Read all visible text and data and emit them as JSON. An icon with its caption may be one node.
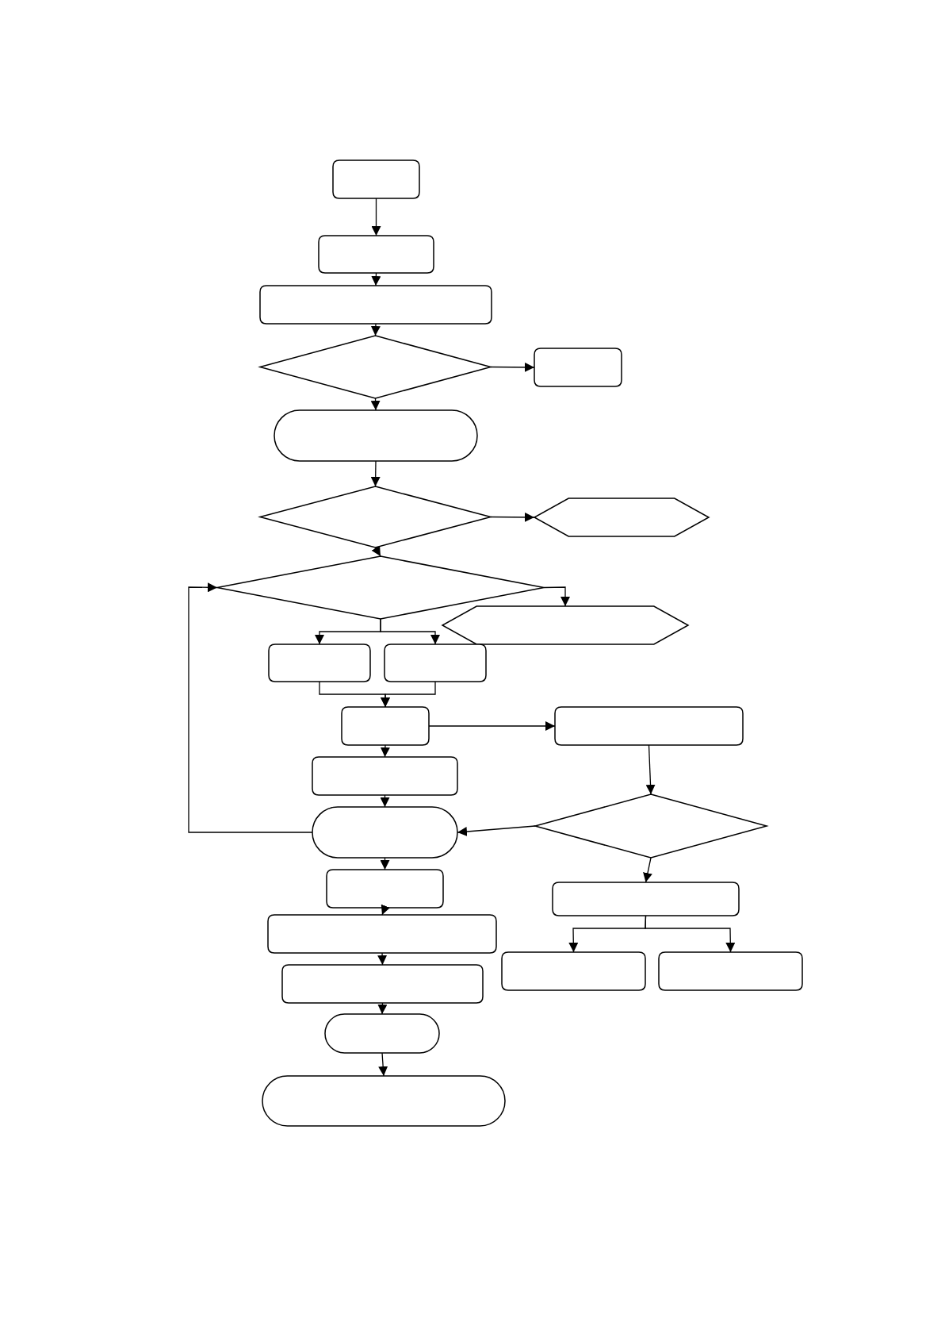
{
  "diagram": {
    "nodes": [
      {
        "text": [],
        "shape": "box"
      },
      {
        "text": [],
        "shape": "box"
      },
      {
        "text": [],
        "shape": "box"
      },
      {
        "text": [],
        "shape": "diamond"
      },
      {
        "text": [],
        "shape": "box"
      },
      {
        "text": [],
        "shape": "oval"
      },
      {
        "text": [],
        "shape": "diamond"
      },
      {
        "text": [],
        "shape": "hexagon"
      },
      {
        "text": [],
        "shape": "diamond"
      },
      {
        "text": [],
        "shape": "hexagon"
      },
      {
        "text": [],
        "shape": "box"
      },
      {
        "text": [],
        "shape": "box"
      },
      {
        "text": [],
        "shape": "box"
      },
      {
        "text": [],
        "shape": "box"
      },
      {
        "text": [],
        "shape": "box"
      },
      {
        "text": [],
        "shape": "oval"
      },
      {
        "text": [],
        "shape": "diamond"
      },
      {
        "text": [],
        "shape": "box"
      },
      {
        "text": [],
        "shape": "box"
      },
      {
        "text": [],
        "shape": "box"
      },
      {
        "text": [],
        "shape": "box"
      },
      {
        "text": [],
        "shape": "oval"
      },
      {
        "text": [],
        "shape": "oval"
      },
      {
        "text": [],
        "shape": "box"
      },
      {
        "text": [],
        "shape": "box"
      }
    ],
    "edges": [
      {
        "from": 0,
        "to": 1,
        "arrow": "to"
      },
      {
        "from": 1,
        "to": 2,
        "arrow": "to"
      },
      {
        "from": 2,
        "to": 3,
        "arrow": "to"
      },
      {
        "from": 3,
        "to": 4,
        "arrow": "to"
      },
      {
        "from": 3,
        "to": 5,
        "arrow": "to"
      },
      {
        "from": 5,
        "to": 6,
        "arrow": "to"
      },
      {
        "from": 6,
        "to": 7,
        "arrow": "to"
      },
      {
        "from": 6,
        "to": 8,
        "arrow": "to"
      },
      {
        "from": 8,
        "to": 9,
        "arrow": "to"
      },
      {
        "from": 8,
        "to": 10,
        "arrow": "to"
      },
      {
        "from": 8,
        "to": 11,
        "arrow": "to"
      },
      {
        "from": 10,
        "to": 12,
        "arrow": "to"
      },
      {
        "from": 11,
        "to": 12,
        "arrow": "to"
      },
      {
        "from": 12,
        "to": 13,
        "arrow": "to"
      },
      {
        "from": 13,
        "to": 16,
        "arrow": "to"
      },
      {
        "from": 12,
        "to": 14,
        "arrow": "to"
      },
      {
        "from": 14,
        "to": 15,
        "arrow": "to"
      },
      {
        "from": 16,
        "to": 15,
        "arrow": "to"
      },
      {
        "from": 15,
        "to": 8,
        "arrow": "to"
      },
      {
        "from": 15,
        "to": 17,
        "arrow": "to"
      },
      {
        "from": 16,
        "to": 18,
        "arrow": "to"
      },
      {
        "from": 17,
        "to": 19,
        "arrow": "to"
      },
      {
        "from": 19,
        "to": 20,
        "arrow": "to"
      },
      {
        "from": 20,
        "to": 21,
        "arrow": "to"
      },
      {
        "from": 21,
        "to": 22,
        "arrow": "to"
      },
      {
        "from": 18,
        "to": 23,
        "arrow": "to"
      },
      {
        "from": 18,
        "to": 24,
        "arrow": "to"
      }
    ]
  }
}
